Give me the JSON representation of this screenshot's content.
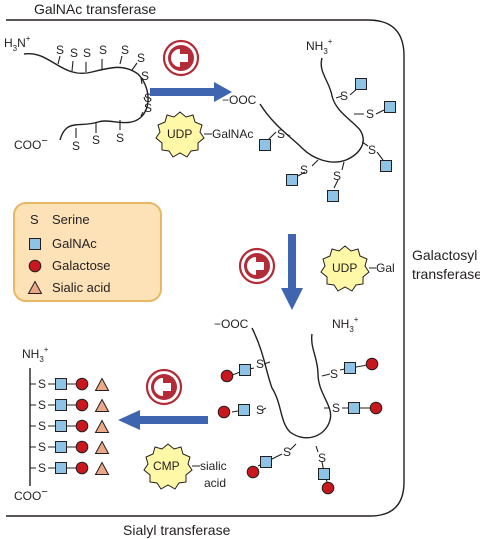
{
  "titles": {
    "top": "GalNAc transferase",
    "right_line1": "Galactosyl",
    "right_line2": "transferase",
    "bottom": "Sialyl transferase"
  },
  "legend": {
    "serine_symbol": "S",
    "serine": "Serine",
    "galnac": "GalNAc",
    "galactose": "Galactose",
    "sialic": "Sialic acid"
  },
  "molecule": {
    "n_term_base": "H",
    "n_term_sub": "3",
    "n_term_tail": "N",
    "n_term_sup": "+",
    "nh3_base": "NH",
    "nh3_sub": "3",
    "nh3_sup": "+",
    "coo": "COO",
    "minus": "−",
    "ooc": "OOC",
    "serine": "S"
  },
  "donors": {
    "udp": "UDP",
    "galnac": "GalNAc",
    "gal": "Gal",
    "cmp": "CMP",
    "sialic_line1": "sialic",
    "sialic_line2": "acid"
  },
  "colors": {
    "arrow": "#3f64b0",
    "galnac_square": "#8ec3e6",
    "galactose_circle": "#c8171e",
    "sialic_triangle": "#eba888",
    "legend_bg": "#fde2b8",
    "legend_border": "#e8b764",
    "burst_fill": "#fff8a6",
    "enzyme_red": "#b32b37"
  },
  "icons": {
    "enzyme": "enzyme-pacman-icon",
    "donor": "donor-burst-icon"
  }
}
